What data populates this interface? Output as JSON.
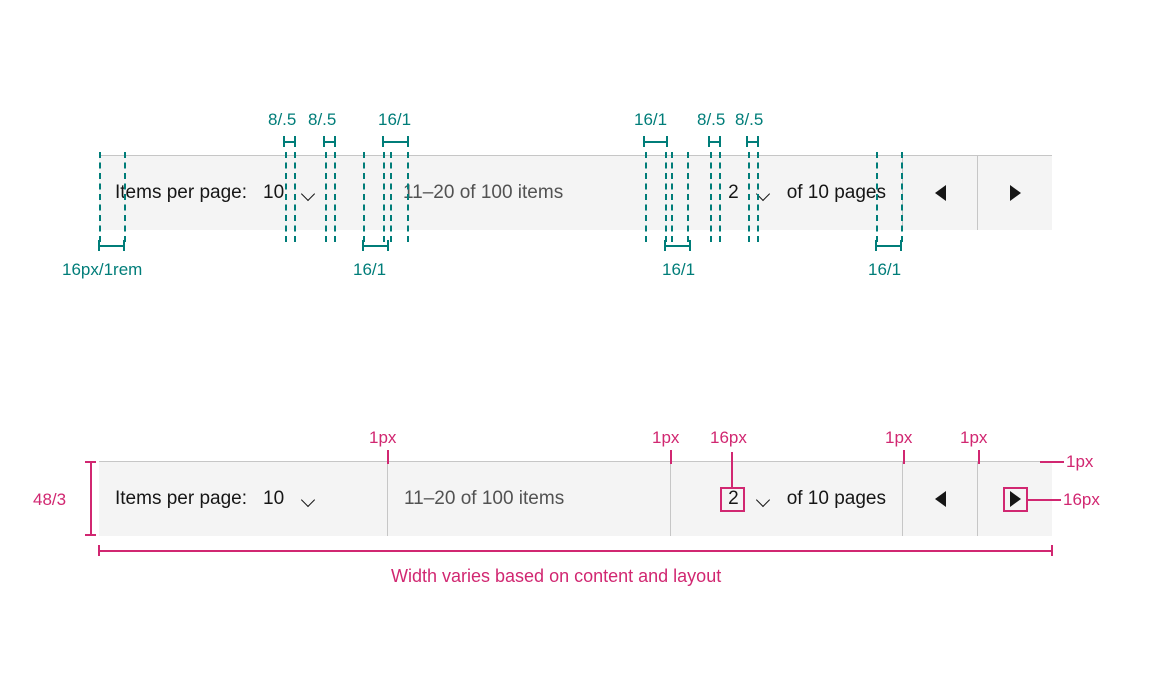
{
  "pagination": {
    "items_per_page_label": "Items per page:",
    "items_per_page_value": "10",
    "items_per_page_chevron": "chevron-down-icon",
    "range_text": "11–20 of 100 items",
    "page_number_value": "2",
    "page_number_chevron": "chevron-down-icon",
    "page_total_text": "of 10 pages",
    "prev_icon": "caret-left-icon",
    "next_icon": "caret-right-icon"
  },
  "colors": {
    "bar_background": "#f4f4f4",
    "border": "#c6c6c6",
    "text_primary": "#161616",
    "text_secondary": "#525252",
    "spacing_accent": "#007d79",
    "spacing_band": "#bfe6e6",
    "size_accent": "#d12771"
  },
  "spacing_annotations": {
    "top": [
      {
        "id": "ipp-left-gap",
        "text": "8/.5"
      },
      {
        "id": "ipp-right-gap",
        "text": "8/.5"
      },
      {
        "id": "ipp-section-pad",
        "text": "16/1"
      },
      {
        "id": "page-section-pad",
        "text": "16/1"
      },
      {
        "id": "page-left-gap",
        "text": "8/.5"
      },
      {
        "id": "page-right-gap",
        "text": "8/.5"
      }
    ],
    "bottom": [
      {
        "id": "bar-start-pad",
        "text": "16px/1rem"
      },
      {
        "id": "range-left-pad",
        "text": "16/1"
      },
      {
        "id": "page-start-pad",
        "text": "16/1"
      },
      {
        "id": "page-end-pad",
        "text": "16/1"
      }
    ]
  },
  "size_annotations": {
    "height": "48/3",
    "divider_1": "1px",
    "divider_2": "1px",
    "chevron_size": "16px",
    "divider_3": "1px",
    "divider_4": "1px",
    "top_border": "1px",
    "caret_size": "16px",
    "width_caption": "Width varies based on content and layout"
  }
}
